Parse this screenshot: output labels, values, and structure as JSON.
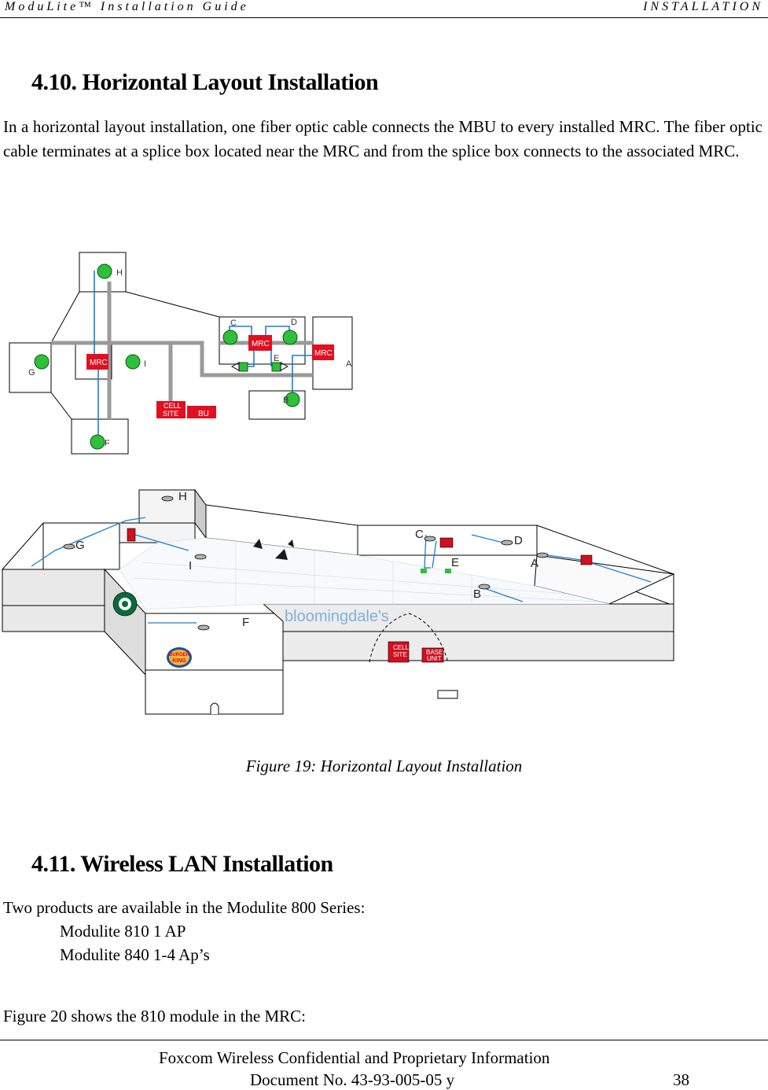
{
  "header": {
    "left": "ModuLite™ Installation Guide",
    "right": "INSTALLATION"
  },
  "section_4_10": {
    "title": "4.10.  Horizontal Layout Installation",
    "body": "In a horizontal layout installation, one fiber optic cable connects the MBU to every installed MRC. The fiber optic cable terminates at a splice box located near the MRC and from the splice box connects to the associated MRC."
  },
  "diagram_top": {
    "labels": {
      "H": "H",
      "C": "C",
      "D": "D",
      "G": "G",
      "I": "I",
      "E": "E",
      "A": "A",
      "B": "B",
      "F": "F",
      "mrc_left": "MRC",
      "mrc_center": "MRC",
      "mrc_right": "MRC",
      "cell_site_1": "CELL",
      "cell_site_2": "SITE",
      "bu": "BU"
    },
    "colors": {
      "mrc_red": "#e01020",
      "ap_green": "#2fbf3a",
      "fiber_blue": "#1a7fd0",
      "conduit_gray": "#9a9a9a"
    }
  },
  "diagram_bottom": {
    "labels": {
      "H": "H",
      "G": "G",
      "I": "I",
      "F": "F",
      "C": "C",
      "D": "D",
      "E": "E",
      "A": "A",
      "B": "B",
      "store_name": "bloomingdale's",
      "cell_site_1": "CELL",
      "cell_site_2": "SITE",
      "base_unit_1": "BASE",
      "base_unit_2": "UNIT",
      "burger_1": "BURGER",
      "burger_2": "KING"
    },
    "icons": [
      "starbucks-logo",
      "burger-king-logo",
      "antenna-icon"
    ]
  },
  "figure_caption": "Figure 19:  Horizontal Layout Installation",
  "section_4_11": {
    "title": "4.11.  Wireless LAN Installation",
    "intro": "Two products are available in the Modulite 800 Series:",
    "products": [
      "Modulite 810 1 AP",
      "Modulite 840 1-4 Ap’s"
    ],
    "figure_ref": "Figure 20 shows the 810 module in the MRC:"
  },
  "footer": {
    "line1": "Foxcom Wireless Confidential and Proprietary Information",
    "line2": "Document No. 43-93-005-05 y",
    "page": "38"
  }
}
